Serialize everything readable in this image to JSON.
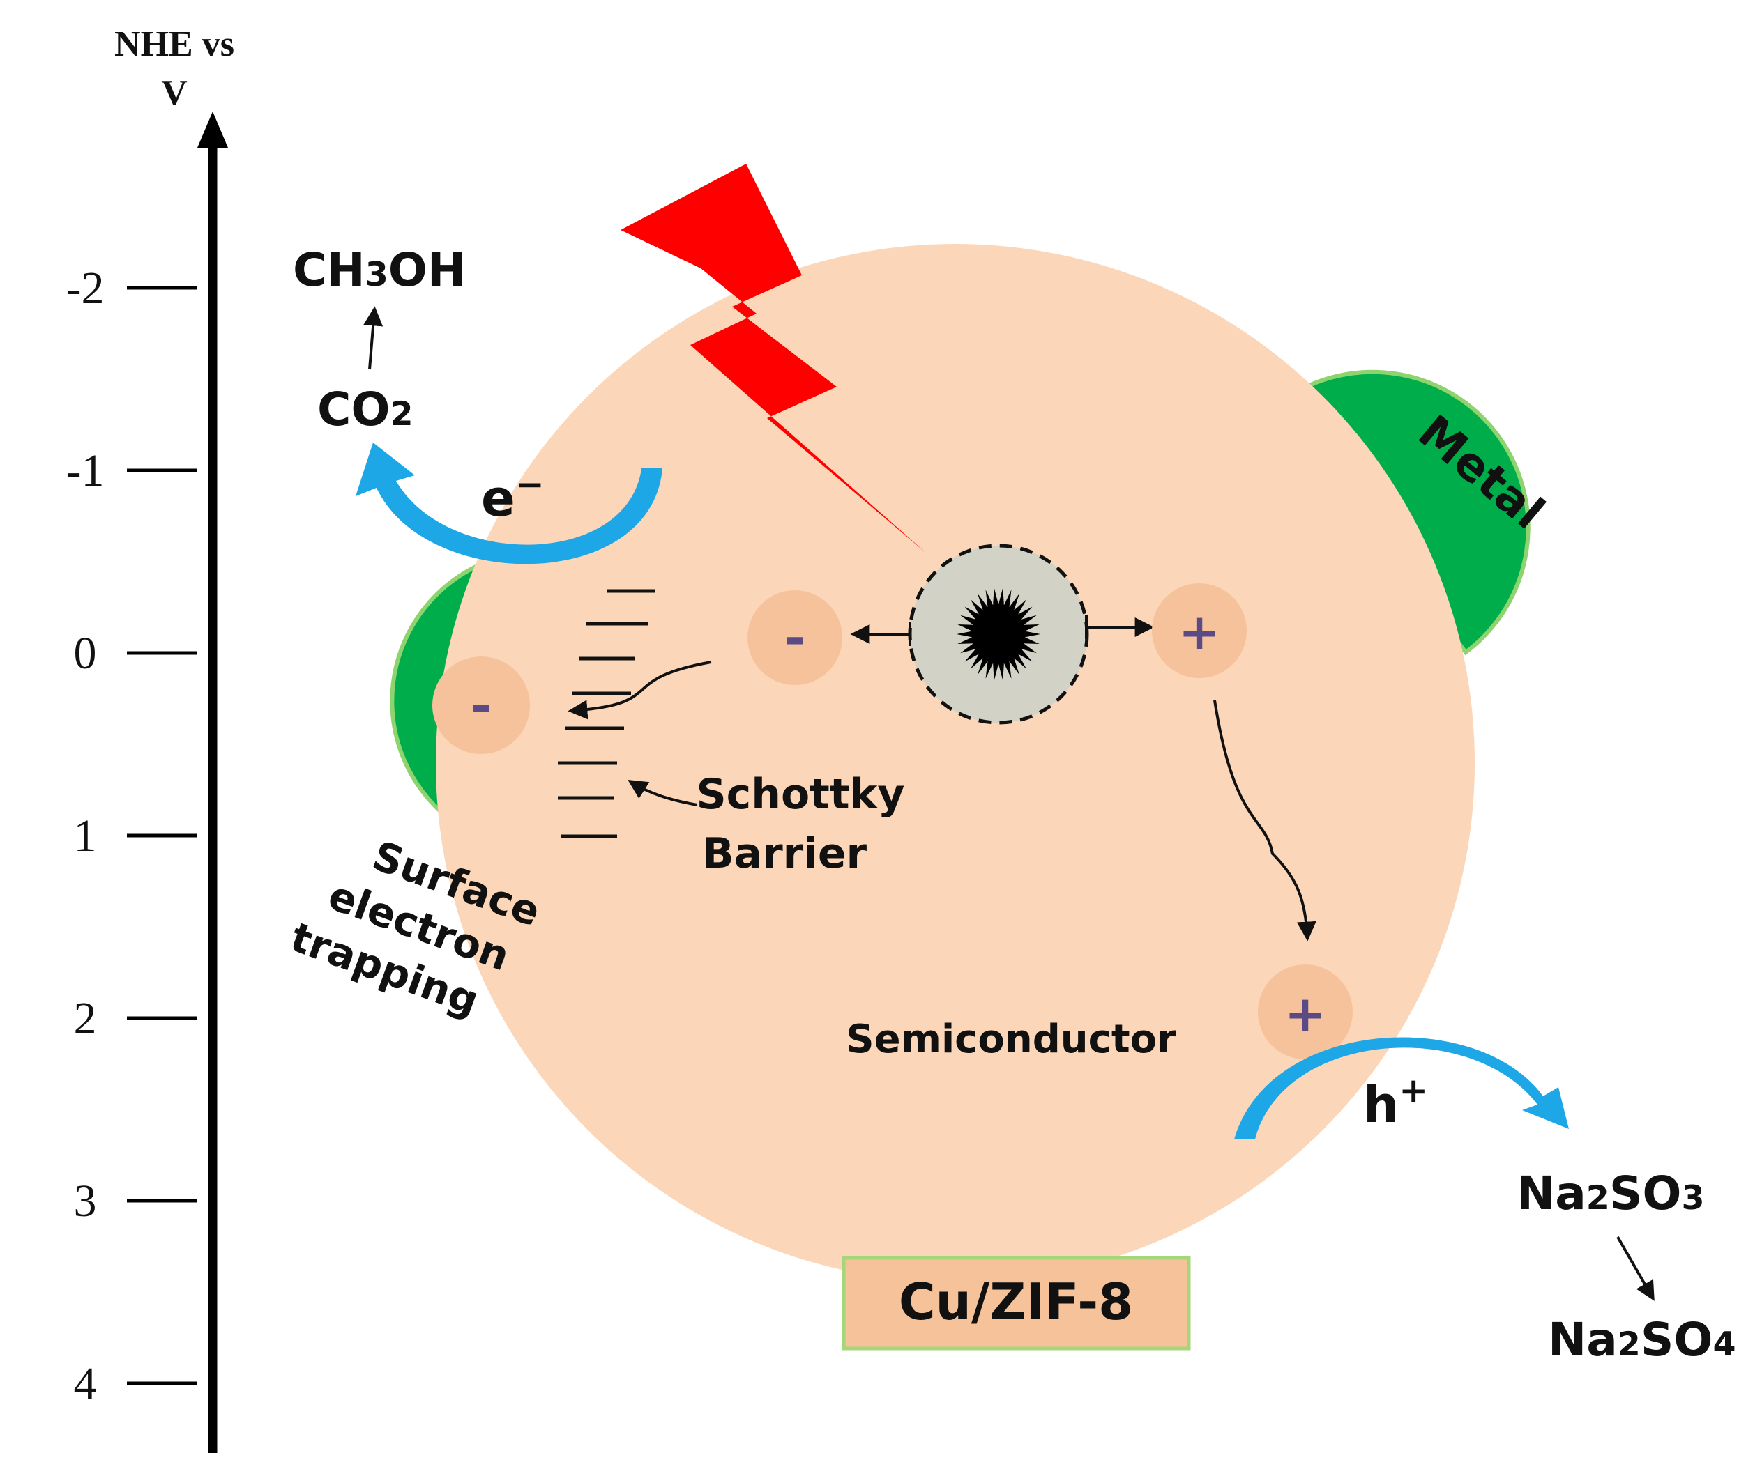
{
  "axis": {
    "title_line1": "NHE vs",
    "title_line2": "V",
    "ticks": [
      {
        "value": -2,
        "label": "-2"
      },
      {
        "value": -1,
        "label": "-1"
      },
      {
        "value": 0,
        "label": "0"
      },
      {
        "value": 1,
        "label": "1"
      },
      {
        "value": 2,
        "label": "2"
      },
      {
        "value": 3,
        "label": "3"
      },
      {
        "value": 4,
        "label": "4"
      }
    ]
  },
  "labels": {
    "ch3oh": {
      "prefix": "CH",
      "sub": "3",
      "suffix": "OH"
    },
    "co2": {
      "prefix": "CO",
      "sub": "2"
    },
    "electron": {
      "base": "e",
      "sup": "−"
    },
    "hole": {
      "base": "h",
      "sup": "+"
    },
    "metal": "Metal",
    "schottky_line1": "Schottky",
    "schottky_line2": "Barrier",
    "trapping_line1": "Surface",
    "trapping_line2": "electron",
    "trapping_line3": "trapping",
    "semiconductor": "Semiconductor",
    "na2so3": {
      "prefix": "Na",
      "sub": "2",
      "suffix": "SO",
      "sub2": "3"
    },
    "na2so4": {
      "prefix": "Na",
      "sub": "2",
      "suffix": "SO",
      "sub2": "4"
    },
    "catalyst": "Cu/ZIF-8",
    "minus": "-",
    "plus": "+"
  },
  "colors": {
    "semiconductor": "#fbd6b8",
    "metal": "#00ad4b",
    "metal_edge": "#8fd36f",
    "lightning": "#ff0000",
    "flow_arrow": "#1ea7e6",
    "charge_circle": "#f6c29c",
    "charge_sign": "#5a4a86",
    "exciton_fill": "#d2d2c6",
    "catalyst_box": "#f5c29a",
    "catalyst_border": "#a6d67a"
  }
}
